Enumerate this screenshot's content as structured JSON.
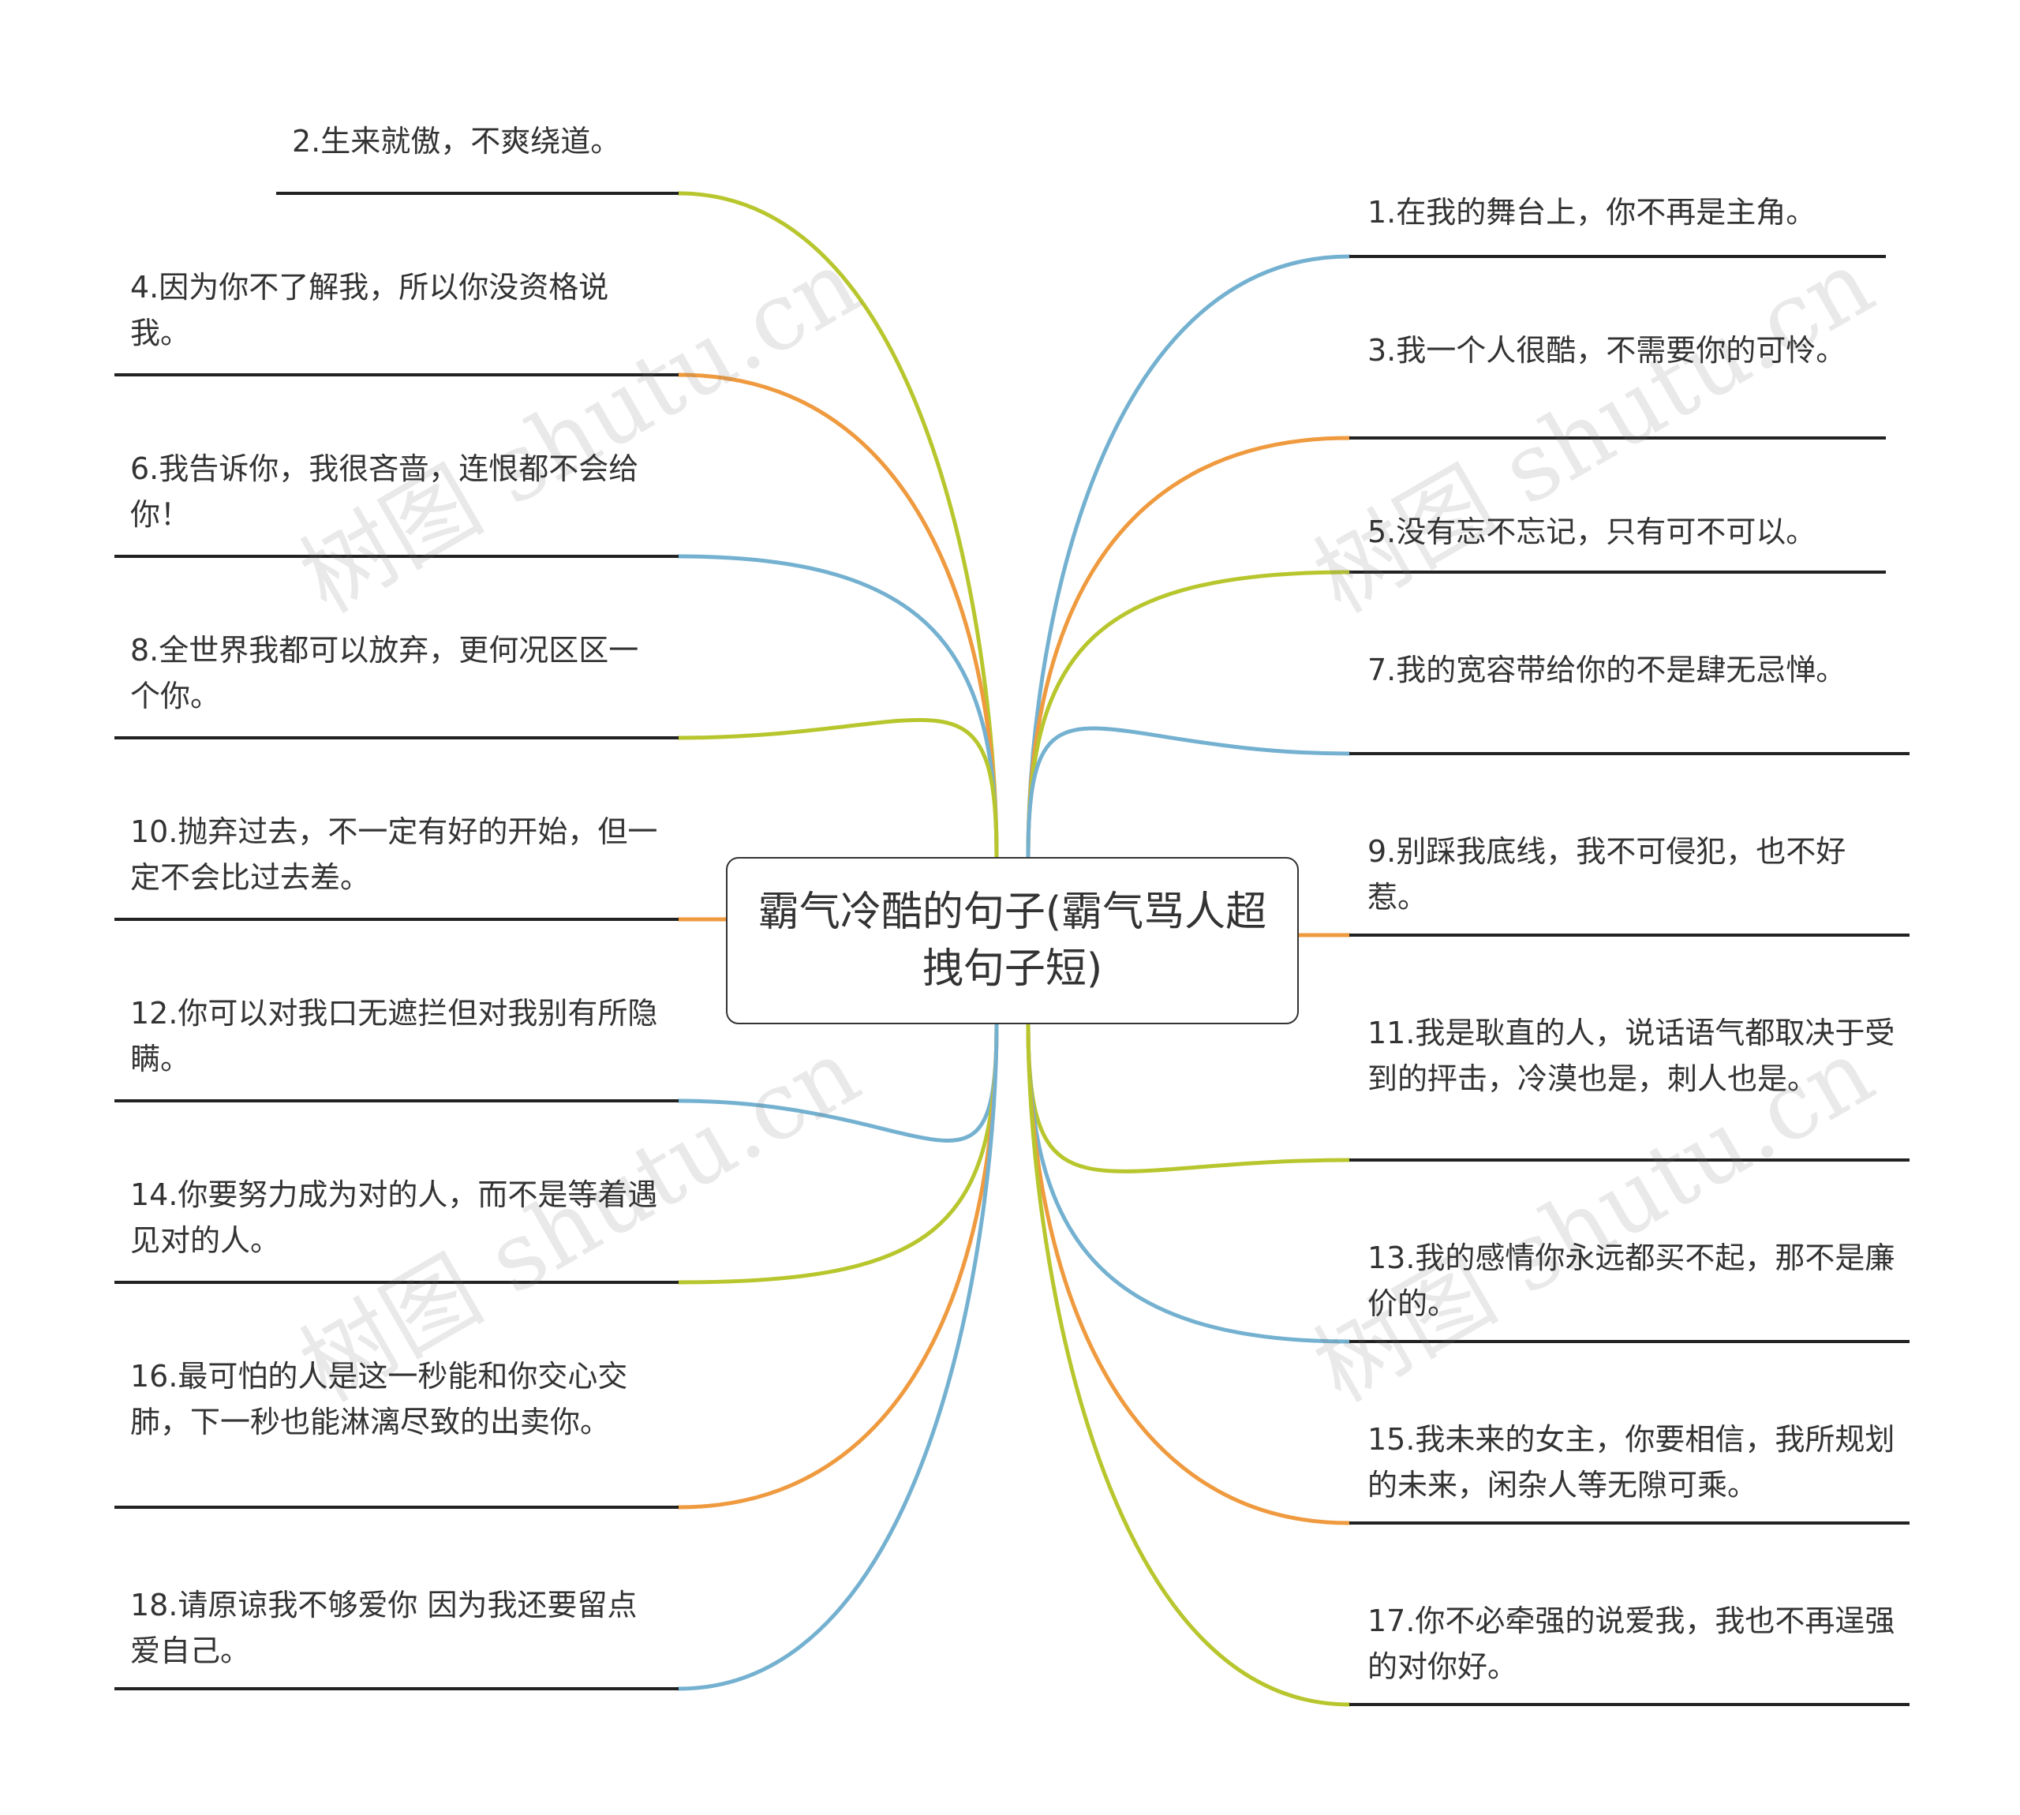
{
  "central_topic": "霸气冷酷的句子(霸气骂人超拽句子短)",
  "watermark": "树图 shutu.cn",
  "colors": {
    "blue": "#74b1d0",
    "orange": "#ef9a3f",
    "green": "#b8c62e",
    "text": "#333333",
    "underline": "#222222"
  },
  "left_branches": [
    {
      "text": "2.生来就傲，不爽绕道。",
      "color": "green"
    },
    {
      "text": "4.因为你不了解我，所以你没资格说我。",
      "color": "orange"
    },
    {
      "text": "6.我告诉你，我很吝啬，连恨都不会给你！",
      "color": "blue"
    },
    {
      "text": "8.全世界我都可以放弃，更何况区区一个你。",
      "color": "green"
    },
    {
      "text": "10.抛弃过去，不一定有好的开始，但一定不会比过去差。",
      "color": "orange"
    },
    {
      "text": "12.你可以对我口无遮拦但对我别有所隐瞒。",
      "color": "blue"
    },
    {
      "text": "14.你要努力成为对的人，而不是等着遇见对的人。",
      "color": "green"
    },
    {
      "text": "16.最可怕的人是这一秒能和你交心交肺，下一秒也能淋漓尽致的出卖你。",
      "color": "orange"
    },
    {
      "text": "18.请原谅我不够爱你 因为我还要留点爱自己。",
      "color": "blue"
    }
  ],
  "right_branches": [
    {
      "text": "1.在我的舞台上，你不再是主角。",
      "color": "blue"
    },
    {
      "text": "3.我一个人很酷，不需要你的可怜。",
      "color": "orange"
    },
    {
      "text": "5.没有忘不忘记，只有可不可以。",
      "color": "green"
    },
    {
      "text": "7.我的宽容带给你的不是肆无忌惮。",
      "color": "blue"
    },
    {
      "text": "9.别踩我底线，我不可侵犯，也不好惹。",
      "color": "orange"
    },
    {
      "text": "11.我是耿直的人，说话语气都取决于受到的抨击，冷漠也是，刺人也是。",
      "color": "green"
    },
    {
      "text": "13.我的感情你永远都买不起，那不是廉价的。",
      "color": "blue"
    },
    {
      "text": "15.我未来的女主，你要相信，我所规划的未来，闲杂人等无隙可乘。",
      "color": "orange"
    },
    {
      "text": "17.你不必牵强的说爱我，我也不再逞强的对你好。",
      "color": "green"
    }
  ]
}
